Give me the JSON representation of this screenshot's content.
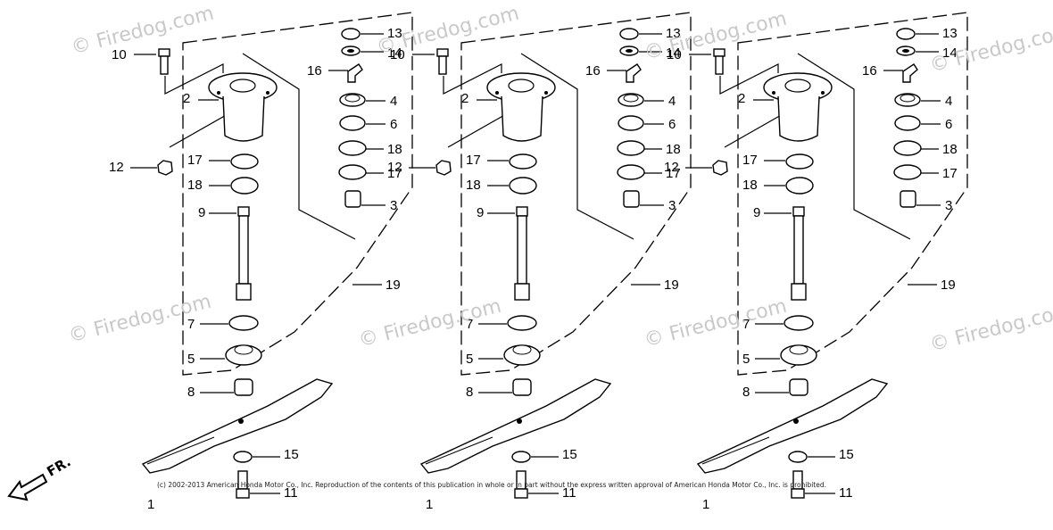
{
  "watermark": {
    "text": "© Firedog.com",
    "positions_note": ""
  },
  "copyright": "(c) 2002-2013 American Honda Motor Co., Inc. Reproduction of the contents of this publication in whole or in part without the express written approval of American Honda Motor Co., Inc. is prohibited.",
  "direction_label": "FR.",
  "assemblies": [
    {
      "labels": {
        "p1": "1",
        "p2": "2",
        "p3": "3",
        "p4": "4",
        "p5": "5",
        "p6": "6",
        "p7": "7",
        "p8": "8",
        "p9": "9",
        "p10": "10",
        "p11": "11",
        "p12": "12",
        "p13": "13",
        "p14": "14",
        "p15": "15",
        "p16": "16",
        "p17a": "17",
        "p17b": "17",
        "p18a": "18",
        "p18b": "18",
        "p19": "19"
      }
    },
    {
      "labels": {
        "p1": "1",
        "p2": "2",
        "p3": "3",
        "p4": "4",
        "p5": "5",
        "p6": "6",
        "p7": "7",
        "p8": "8",
        "p9": "9",
        "p10": "10",
        "p11": "11",
        "p12": "12",
        "p13": "13",
        "p14": "14",
        "p15": "15",
        "p16": "16",
        "p17a": "17",
        "p17b": "17",
        "p18a": "18",
        "p18b": "18",
        "p19": "19"
      }
    },
    {
      "labels": {
        "p1": "1",
        "p2": "2",
        "p3": "3",
        "p4": "4",
        "p5": "5",
        "p6": "6",
        "p7": "7",
        "p8": "8",
        "p9": "9",
        "p10": "10",
        "p11": "11",
        "p12": "12",
        "p13": "13",
        "p14": "14",
        "p15": "15",
        "p16": "16",
        "p17a": "17",
        "p17b": "17",
        "p18a": "18",
        "p18b": "18",
        "p19": "19"
      }
    }
  ]
}
